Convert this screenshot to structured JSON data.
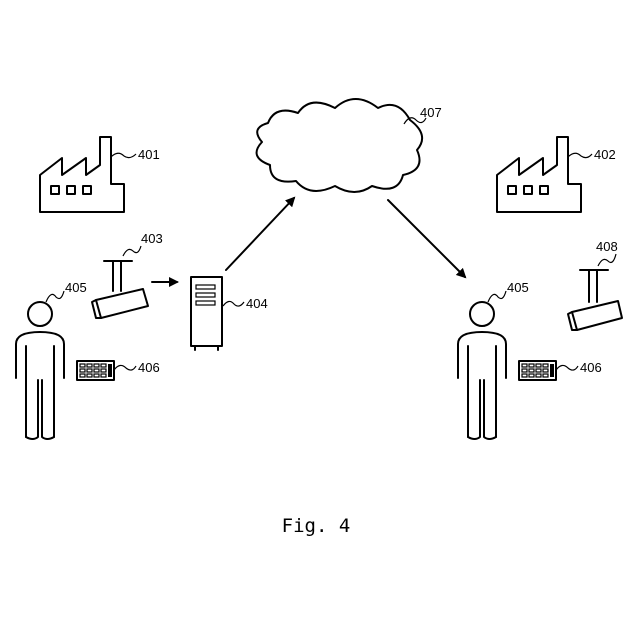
{
  "labels": {
    "factory_left": "401",
    "factory_right": "402",
    "camera_left": "403",
    "server": "404",
    "person_left": "405",
    "person_right": "405",
    "terminal_left": "406",
    "terminal_right": "406",
    "cloud": "407",
    "camera_right": "408"
  },
  "caption": "Fig. 4"
}
